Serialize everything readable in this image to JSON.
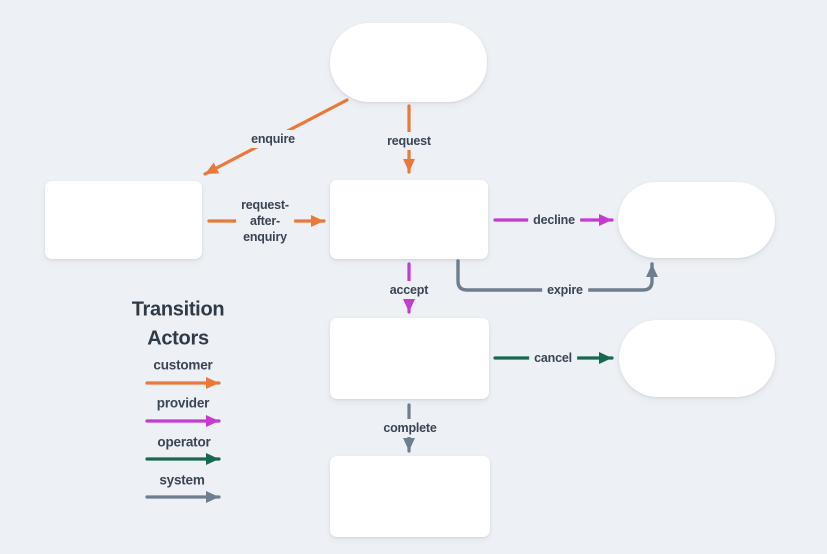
{
  "colors": {
    "customer": "#E8793A",
    "provider": "#C43BD2",
    "operator": "#17684F",
    "system": "#6E7E8F",
    "label_text": "#3A4553",
    "heading_text": "#2E3A46",
    "node_fill": "#FFFFFF",
    "page_bg": "#EDF0F4"
  },
  "legend": {
    "title_line1": "Transition",
    "title_line2": "Actors",
    "items": [
      {
        "id": "customer",
        "label": "customer"
      },
      {
        "id": "provider",
        "label": "provider"
      },
      {
        "id": "operator",
        "label": "operator"
      },
      {
        "id": "system",
        "label": "system"
      }
    ]
  },
  "transitions": {
    "enquire": {
      "label": "enquire",
      "actor": "customer"
    },
    "request": {
      "label": "request",
      "actor": "customer"
    },
    "request_after_enquiry": {
      "line1": "request-",
      "line2": "after-",
      "line3": "enquiry",
      "actor": "customer"
    },
    "decline": {
      "label": "decline",
      "actor": "provider"
    },
    "accept": {
      "label": "accept",
      "actor": "provider"
    },
    "expire": {
      "label": "expire",
      "actor": "system"
    },
    "cancel": {
      "label": "cancel",
      "actor": "operator"
    },
    "complete": {
      "label": "complete",
      "actor": "system"
    }
  }
}
